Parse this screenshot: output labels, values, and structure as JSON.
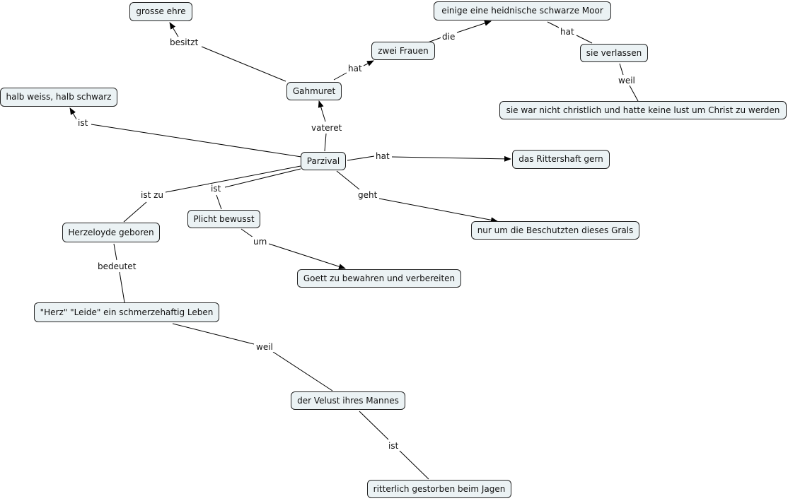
{
  "concept_map": {
    "nodes": {
      "grosse_ehre": "grosse ehre",
      "moor": "einige eine heidnische schwarze Moor",
      "zwei_frauen": "zwei Frauen",
      "sie_verlassen": "sie verlassen",
      "gahmuret": "Gahmuret",
      "halb_weiss": "halb weiss, halb schwarz",
      "nicht_christlich": "sie war nicht christlich und hatte keine lust um Christ zu werden",
      "parzival": "Parzival",
      "rittershaft": "das Rittershaft gern",
      "herzeloyde": "Herzeloyde geboren",
      "plicht": "Plicht bewusst",
      "beschutzten": "nur um die Beschutzten dieses Grals",
      "goett": "Goett zu bewahren und verbereiten",
      "herz_leide": "\"Herz\" \"Leide\" ein schmerzehaftig Leben",
      "velust": "der Velust ihres Mannes",
      "ritterlich": "ritterlich gestorben beim Jagen"
    },
    "links": {
      "besitzt": "besitzt",
      "hat_zwei": "hat",
      "die": "die",
      "hat_verlassen": "hat",
      "weil_christ": "weil",
      "ist_halb": "ist",
      "vateret": "vateret",
      "hat_ritter": "hat",
      "ist_zu": "ist zu",
      "ist_plicht": "ist",
      "geht": "geht",
      "um": "um",
      "bedeutet": "bedeutet",
      "weil_velust": "weil",
      "ist_ritterlich": "ist"
    }
  }
}
